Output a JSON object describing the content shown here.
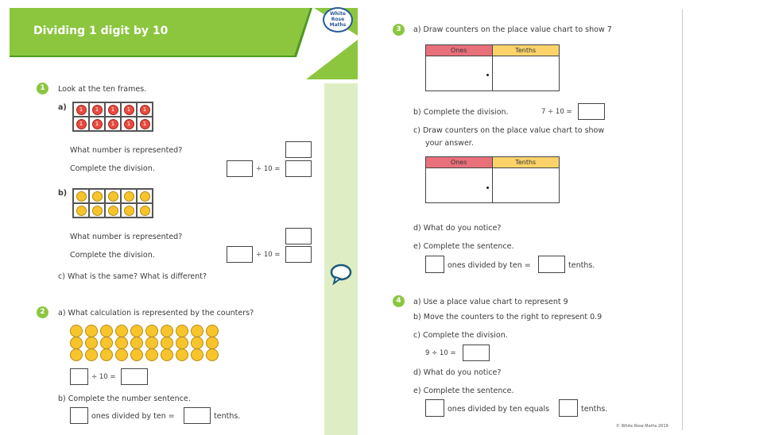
{
  "header": {
    "title": "Dividing 1 digit by 10",
    "logo_lines": [
      "White",
      "Rose",
      "Maths"
    ]
  },
  "q1": {
    "number": "1",
    "prompt": "Look at the ten frames.",
    "a": {
      "label": "a)",
      "counter_label": "1",
      "count": 10,
      "what_number": "What number is represented?",
      "complete": "Complete the division.",
      "div_text": "÷ 10 ="
    },
    "b": {
      "label": "b)",
      "count": 10,
      "what_number": "What number is represented?",
      "complete": "Complete the division.",
      "div_text": "÷ 10 ="
    },
    "c": "c)  What is the same? What is different?"
  },
  "q2": {
    "number": "2",
    "a": "a)  What calculation is represented by the counters?",
    "counter_count": 30,
    "div_text": "÷ 10 =",
    "b": "b)  Complete the number sentence.",
    "sentence_mid": "ones divided by ten =",
    "sentence_end": "tenths."
  },
  "q3": {
    "number": "3",
    "a": "a)  Draw counters on the place value chart to show 7",
    "chart_headers": [
      "Ones",
      "Tenths"
    ],
    "b_label": "b)  Complete the division.",
    "b_calc": "7 ÷ 10 =",
    "c_line1": "c)  Draw counters on the place value chart to show",
    "c_line2": "your answer.",
    "d": "d)  What do you notice?",
    "e": "e)  Complete the sentence.",
    "sentence_mid": "ones divided by ten =",
    "sentence_end": "tenths."
  },
  "q4": {
    "number": "4",
    "a": "a)  Use a place value chart to represent 9",
    "b": "b)  Move the counters to the right to represent 0.9",
    "c": "c)  Complete the division.",
    "calc": "9 ÷ 10 =",
    "d": "d)  What do you notice?",
    "e": "e)  Complete the sentence.",
    "sentence_mid": "ones divided by ten equals",
    "sentence_end": "tenths."
  },
  "footer": "© White Rose Maths 2019",
  "colors": {
    "header_green": "#8cc63f",
    "dark_green": "#4e9a1f",
    "side_strip": "#deedc4",
    "ones_pink": "#e8707a",
    "tenths_yellow": "#fbd36a"
  }
}
